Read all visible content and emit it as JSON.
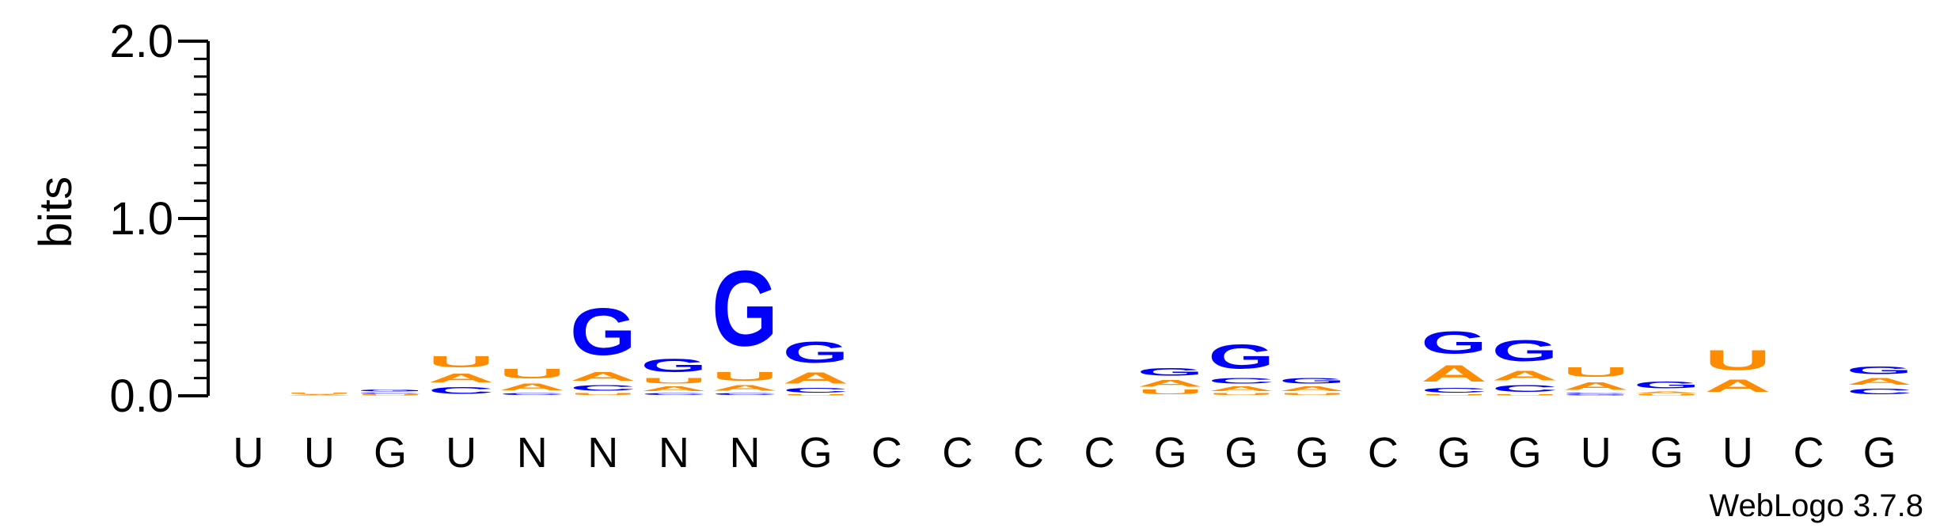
{
  "chart_data": {
    "type": "sequence-logo",
    "ylabel": "bits",
    "ylim": [
      0,
      2.0
    ],
    "yticks": [
      "0.0",
      "1.0",
      "2.0"
    ],
    "credit": "WebLogo 3.7.8",
    "colors": {
      "G": "#0000ff",
      "C": "#0000ff",
      "A": "#ff8c00",
      "U": "#ff8c00"
    },
    "positions": [
      {
        "label": "U",
        "stack": []
      },
      {
        "label": "U",
        "stack": [
          {
            "letter": "A",
            "bits": 0.01
          },
          {
            "letter": "U",
            "bits": 0.01
          }
        ]
      },
      {
        "label": "G",
        "stack": [
          {
            "letter": "U",
            "bits": 0.01
          },
          {
            "letter": "C",
            "bits": 0.01
          },
          {
            "letter": "G",
            "bits": 0.02
          }
        ]
      },
      {
        "label": "U",
        "stack": [
          {
            "letter": "C",
            "bits": 0.06
          },
          {
            "letter": "A",
            "bits": 0.08
          },
          {
            "letter": "U",
            "bits": 0.1
          }
        ]
      },
      {
        "label": "N",
        "stack": [
          {
            "letter": "C",
            "bits": 0.02
          },
          {
            "letter": "A",
            "bits": 0.06
          },
          {
            "letter": "U",
            "bits": 0.09
          }
        ]
      },
      {
        "label": "N",
        "stack": [
          {
            "letter": "U",
            "bits": 0.02
          },
          {
            "letter": "C",
            "bits": 0.05
          },
          {
            "letter": "A",
            "bits": 0.08
          },
          {
            "letter": "G",
            "bits": 0.42
          }
        ]
      },
      {
        "label": "N",
        "stack": [
          {
            "letter": "C",
            "bits": 0.02
          },
          {
            "letter": "A",
            "bits": 0.04
          },
          {
            "letter": "U",
            "bits": 0.05
          },
          {
            "letter": "G",
            "bits": 0.12
          }
        ]
      },
      {
        "label": "N",
        "stack": [
          {
            "letter": "C",
            "bits": 0.02
          },
          {
            "letter": "A",
            "bits": 0.05
          },
          {
            "letter": "U",
            "bits": 0.08
          },
          {
            "letter": "G",
            "bits": 0.68
          }
        ]
      },
      {
        "label": "G",
        "stack": [
          {
            "letter": "U",
            "bits": 0.01
          },
          {
            "letter": "C",
            "bits": 0.04
          },
          {
            "letter": "A",
            "bits": 0.1
          },
          {
            "letter": "G",
            "bits": 0.19
          }
        ]
      },
      {
        "label": "C",
        "stack": []
      },
      {
        "label": "C",
        "stack": []
      },
      {
        "label": "C",
        "stack": []
      },
      {
        "label": "C",
        "stack": []
      },
      {
        "label": "G",
        "stack": [
          {
            "letter": "U",
            "bits": 0.04
          },
          {
            "letter": "A",
            "bits": 0.06
          },
          {
            "letter": "G",
            "bits": 0.07
          }
        ]
      },
      {
        "label": "G",
        "stack": [
          {
            "letter": "U",
            "bits": 0.02
          },
          {
            "letter": "A",
            "bits": 0.04
          },
          {
            "letter": "C",
            "bits": 0.05
          },
          {
            "letter": "G",
            "bits": 0.22
          }
        ]
      },
      {
        "label": "G",
        "stack": [
          {
            "letter": "U",
            "bits": 0.02
          },
          {
            "letter": "A",
            "bits": 0.04
          },
          {
            "letter": "G",
            "bits": 0.05
          }
        ]
      },
      {
        "label": "C",
        "stack": []
      },
      {
        "label": "G",
        "stack": [
          {
            "letter": "U",
            "bits": 0.01
          },
          {
            "letter": "C",
            "bits": 0.04
          },
          {
            "letter": "A",
            "bits": 0.15
          },
          {
            "letter": "G",
            "bits": 0.2
          }
        ]
      },
      {
        "label": "G",
        "stack": [
          {
            "letter": "U",
            "bits": 0.01
          },
          {
            "letter": "C",
            "bits": 0.06
          },
          {
            "letter": "A",
            "bits": 0.09
          },
          {
            "letter": "G",
            "bits": 0.19
          }
        ]
      },
      {
        "label": "U",
        "stack": [
          {
            "letter": "G",
            "bits": 0.01
          },
          {
            "letter": "C",
            "bits": 0.01
          },
          {
            "letter": "A",
            "bits": 0.07
          },
          {
            "letter": "U",
            "bits": 0.09
          }
        ]
      },
      {
        "label": "G",
        "stack": [
          {
            "letter": "U",
            "bits": 0.01
          },
          {
            "letter": "A",
            "bits": 0.02
          },
          {
            "letter": "G",
            "bits": 0.06
          }
        ]
      },
      {
        "label": "U",
        "stack": [
          {
            "letter": "A",
            "bits": 0.11
          },
          {
            "letter": "U",
            "bits": 0.18
          }
        ]
      },
      {
        "label": "C",
        "stack": []
      },
      {
        "label": "G",
        "stack": [
          {
            "letter": "C",
            "bits": 0.05
          },
          {
            "letter": "A",
            "bits": 0.06
          },
          {
            "letter": "G",
            "bits": 0.07
          }
        ]
      }
    ]
  }
}
